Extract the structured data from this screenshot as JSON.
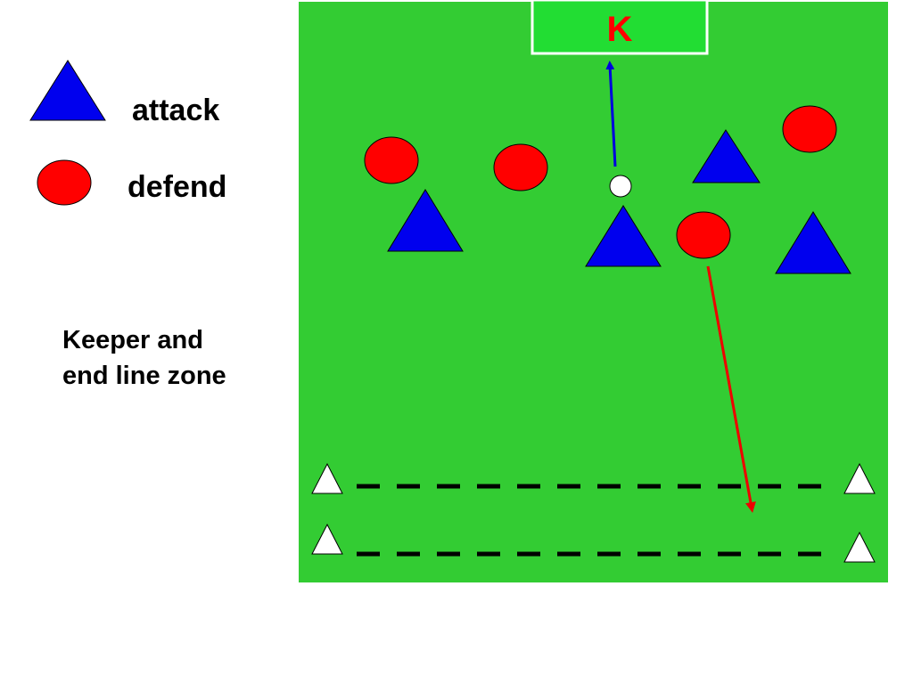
{
  "legend": {
    "attack_label": "attack",
    "defend_label": "defend"
  },
  "zone_text": {
    "line1": "Keeper and",
    "line2": "end line zone"
  },
  "keeper": {
    "label": "K"
  },
  "colors": {
    "field": "#33cc33",
    "goal_box": "#22dd33",
    "attack": "#0000ee",
    "defend": "#ff0000",
    "keeper_label": "#ff0000",
    "run_arrow_blue": "#0000dd",
    "run_arrow_red": "#ee0000",
    "cone": "#ffffff",
    "end_line": "#000000"
  }
}
